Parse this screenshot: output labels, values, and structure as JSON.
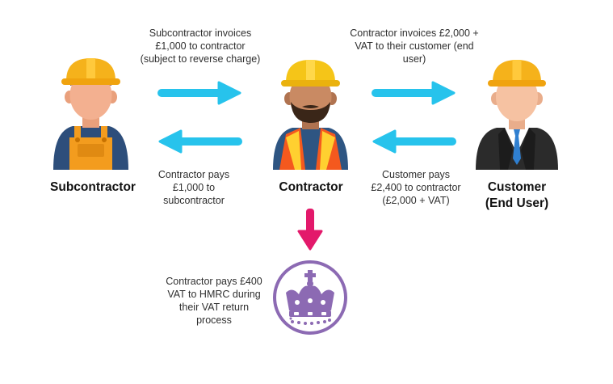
{
  "roles": {
    "subcontractor": [
      "Subcontractor"
    ],
    "contractor": [
      "Contractor"
    ],
    "customer": [
      "Customer",
      "(End User)"
    ]
  },
  "captions": {
    "sub_invoice": [
      "Subcontractor invoices",
      "£1,000 to contractor",
      "(subject to reverse charge)"
    ],
    "con_invoice": [
      "Contractor invoices £2,000  +",
      "VAT to their customer (end",
      "user)"
    ],
    "con_pays_sub": [
      "Contractor pays",
      "£1,000 to",
      "subcontractor"
    ],
    "cust_pays": [
      "Customer pays",
      "£2,400 to contractor",
      "(£2,000 + VAT)"
    ],
    "hmrc": [
      "Contractor pays £400",
      "VAT to HMRC during",
      "their VAT return",
      "process"
    ]
  },
  "icons": {
    "subcontractor": "worker-orange-overalls-icon",
    "contractor": "worker-hi-vis-vest-icon",
    "customer": "businessman-hard-hat-icon",
    "hmrc": "hmrc-crown-icon"
  },
  "colors": {
    "flow_arrow": "#27c3ec",
    "vat_arrow": "#e3196b",
    "hmrc_purple": "#8c6ab3",
    "hard_hat": "#f5b21b"
  }
}
